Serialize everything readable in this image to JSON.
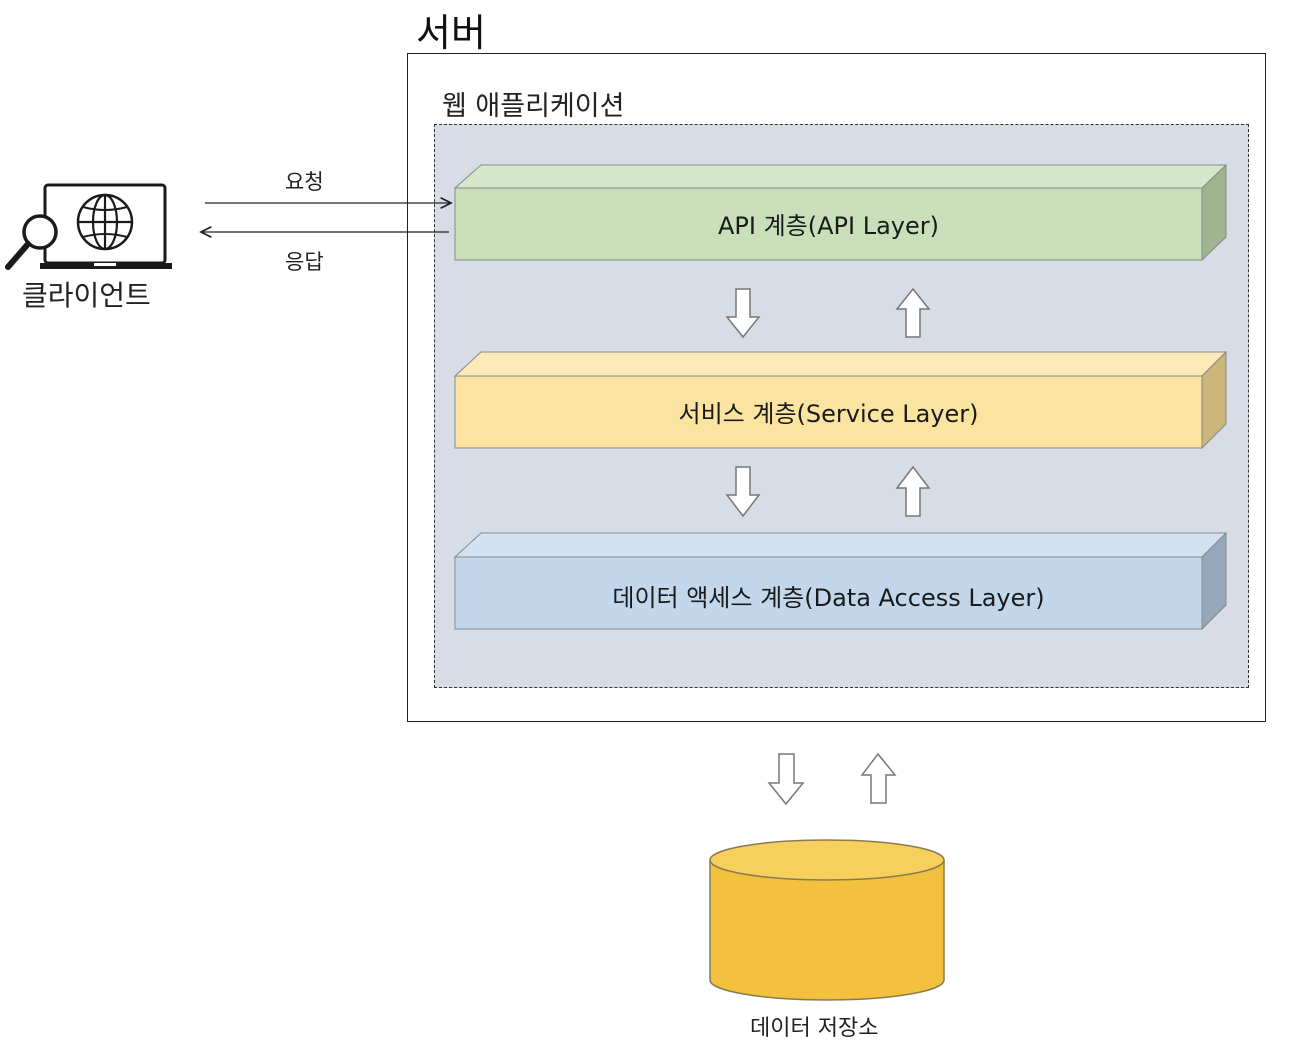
{
  "server": {
    "title": "서버"
  },
  "webapp": {
    "title": "웹 애플리케이션"
  },
  "layers": [
    {
      "label": "API 계층(API Layer)",
      "front": "#c8dfb9",
      "top": "#d6e8ca",
      "side": "#9fb58f"
    },
    {
      "label": "서비스 계층(Service Layer)",
      "front": "#fbe3a0",
      "top": "#fdebb7",
      "side": "#cbb779"
    },
    {
      "label": "데이터 액세스 계층(Data Access Layer)",
      "front": "#c2d7ec",
      "top": "#d3e2f2",
      "side": "#95a8bb"
    }
  ],
  "flow": {
    "request": "요청",
    "response": "응답"
  },
  "client": {
    "label": "클라이언트",
    "icon": "laptop-globe-magnifier-icon"
  },
  "storage": {
    "label": "데이터 저장소",
    "fill": "#f2c13d",
    "icon": "database-cylinder-icon"
  }
}
